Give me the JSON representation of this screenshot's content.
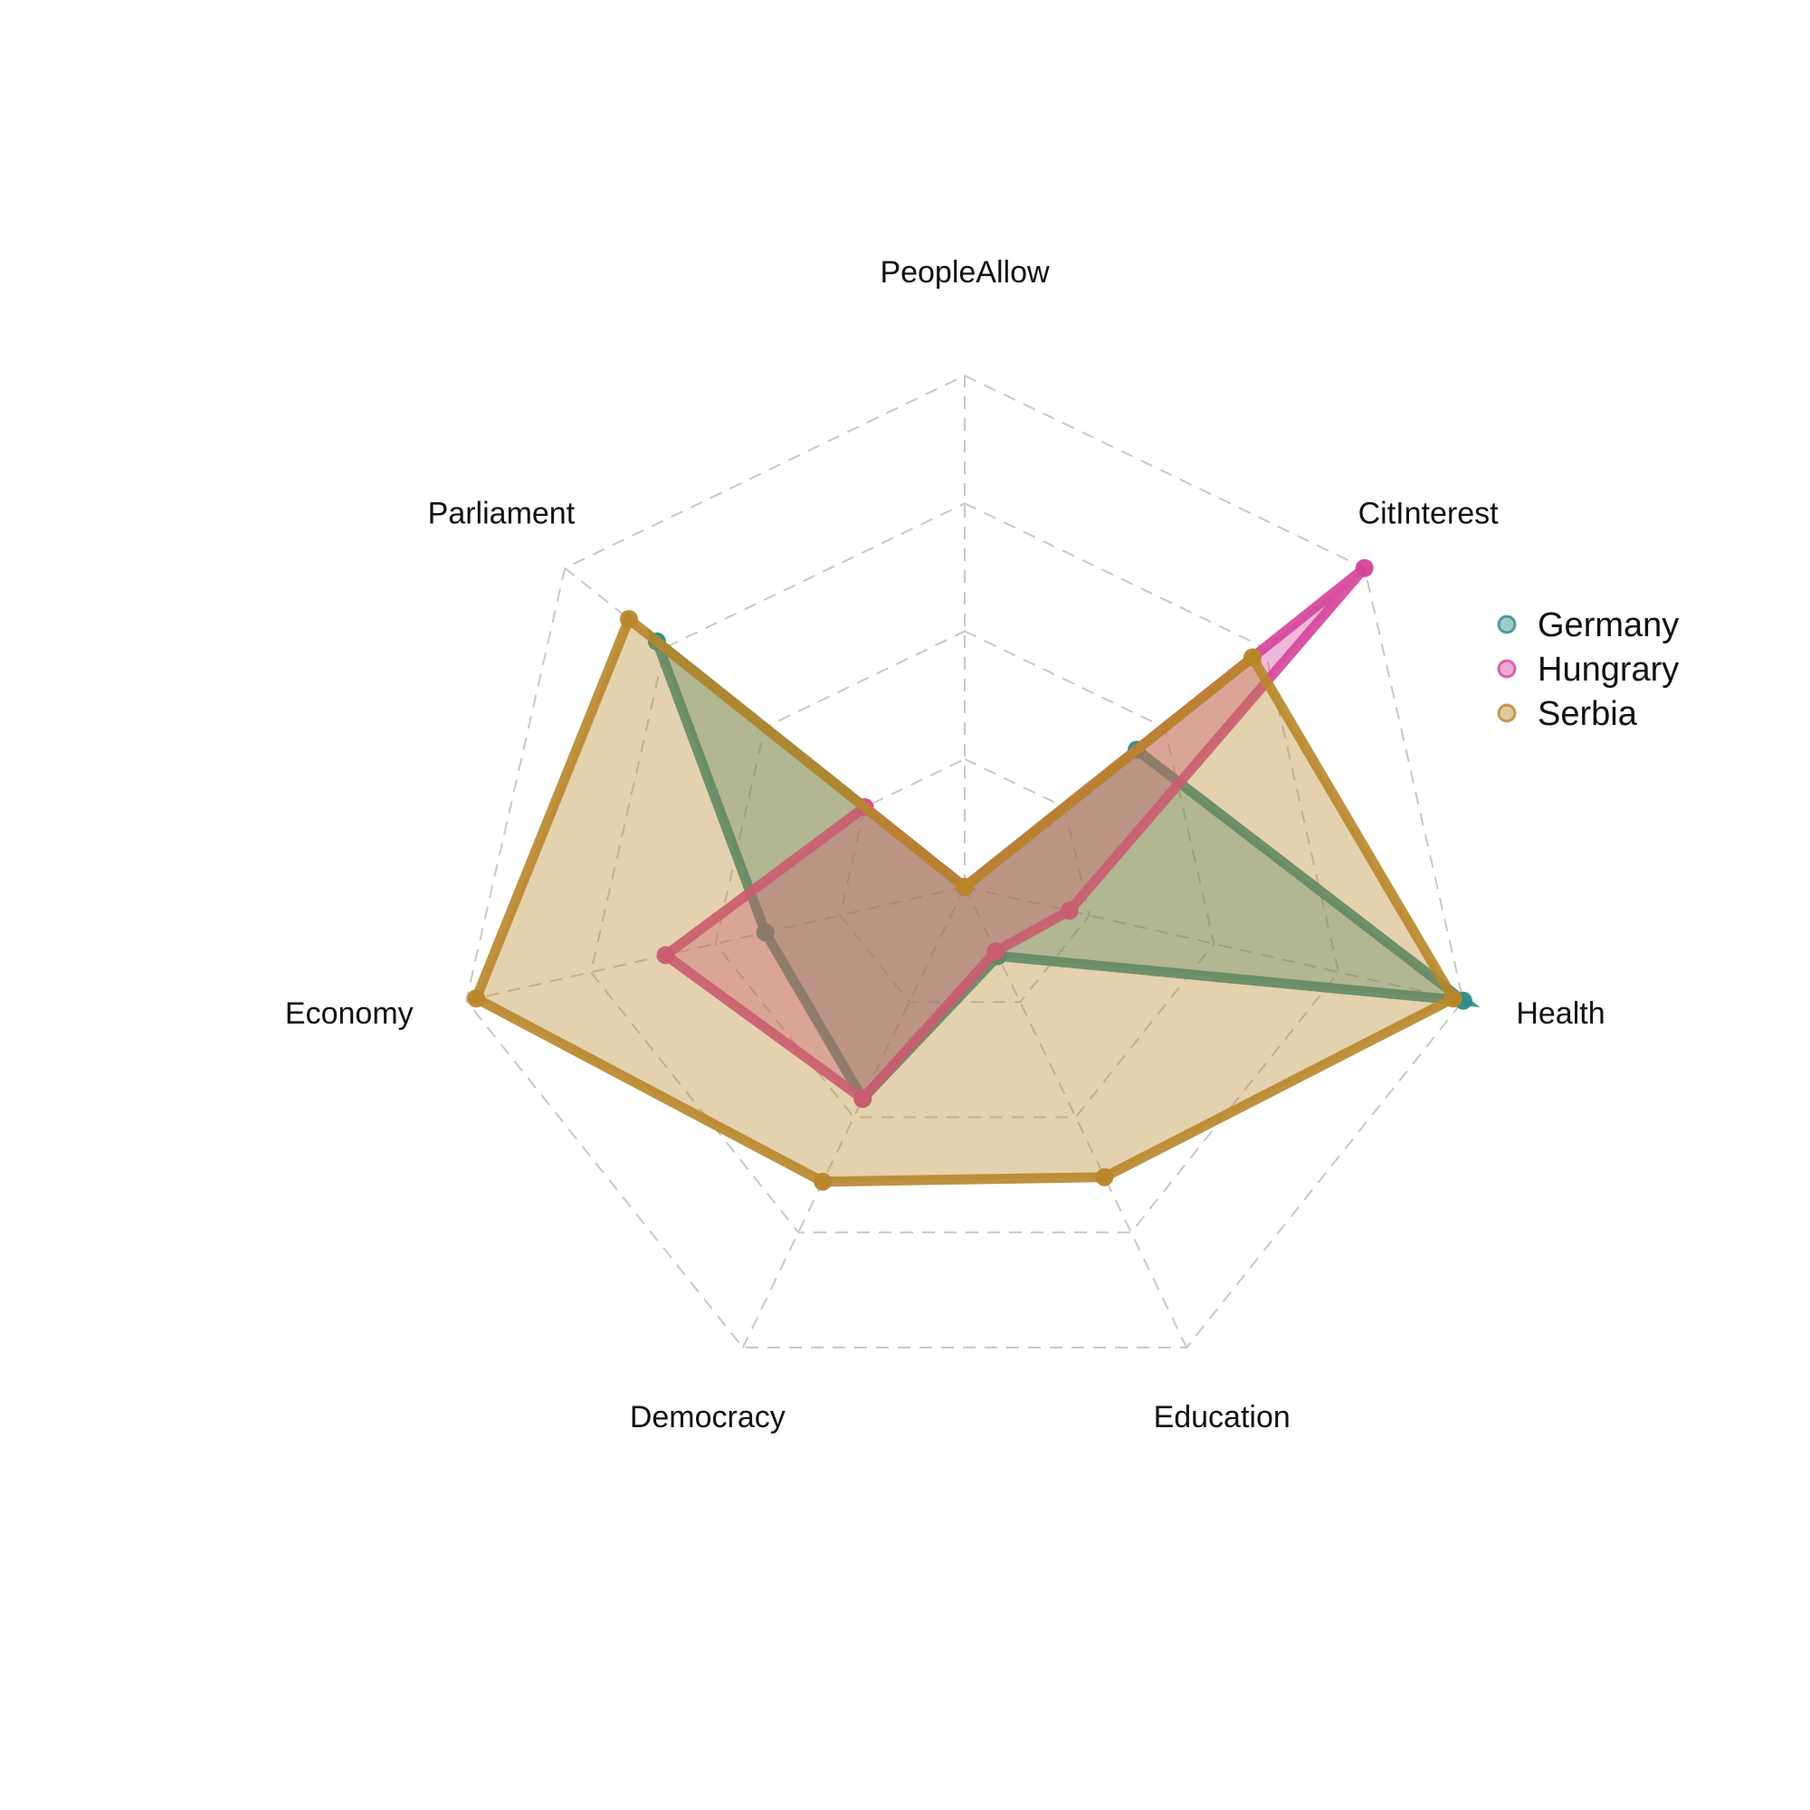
{
  "chart_data": {
    "type": "radar",
    "axes": [
      "PeopleAllow",
      "CitInterest",
      "Health",
      "Education",
      "Democracy",
      "Economy",
      "Parliament"
    ],
    "rlim": [
      0,
      1
    ],
    "grid_levels": 4,
    "grid": true,
    "legend_placement": "right",
    "series": [
      {
        "name": "Germany",
        "color": "#2e8b86",
        "values": [
          0.0,
          0.43,
          1.0,
          0.15,
          0.46,
          0.4,
          0.77
        ]
      },
      {
        "name": "Hungrary",
        "color": "#d4449a",
        "values": [
          0.0,
          1.0,
          0.21,
          0.14,
          0.46,
          0.6,
          0.25
        ]
      },
      {
        "name": "Serbia",
        "color": "#b8862a",
        "values": [
          0.0,
          0.72,
          0.98,
          0.63,
          0.64,
          0.98,
          0.84
        ]
      }
    ]
  }
}
